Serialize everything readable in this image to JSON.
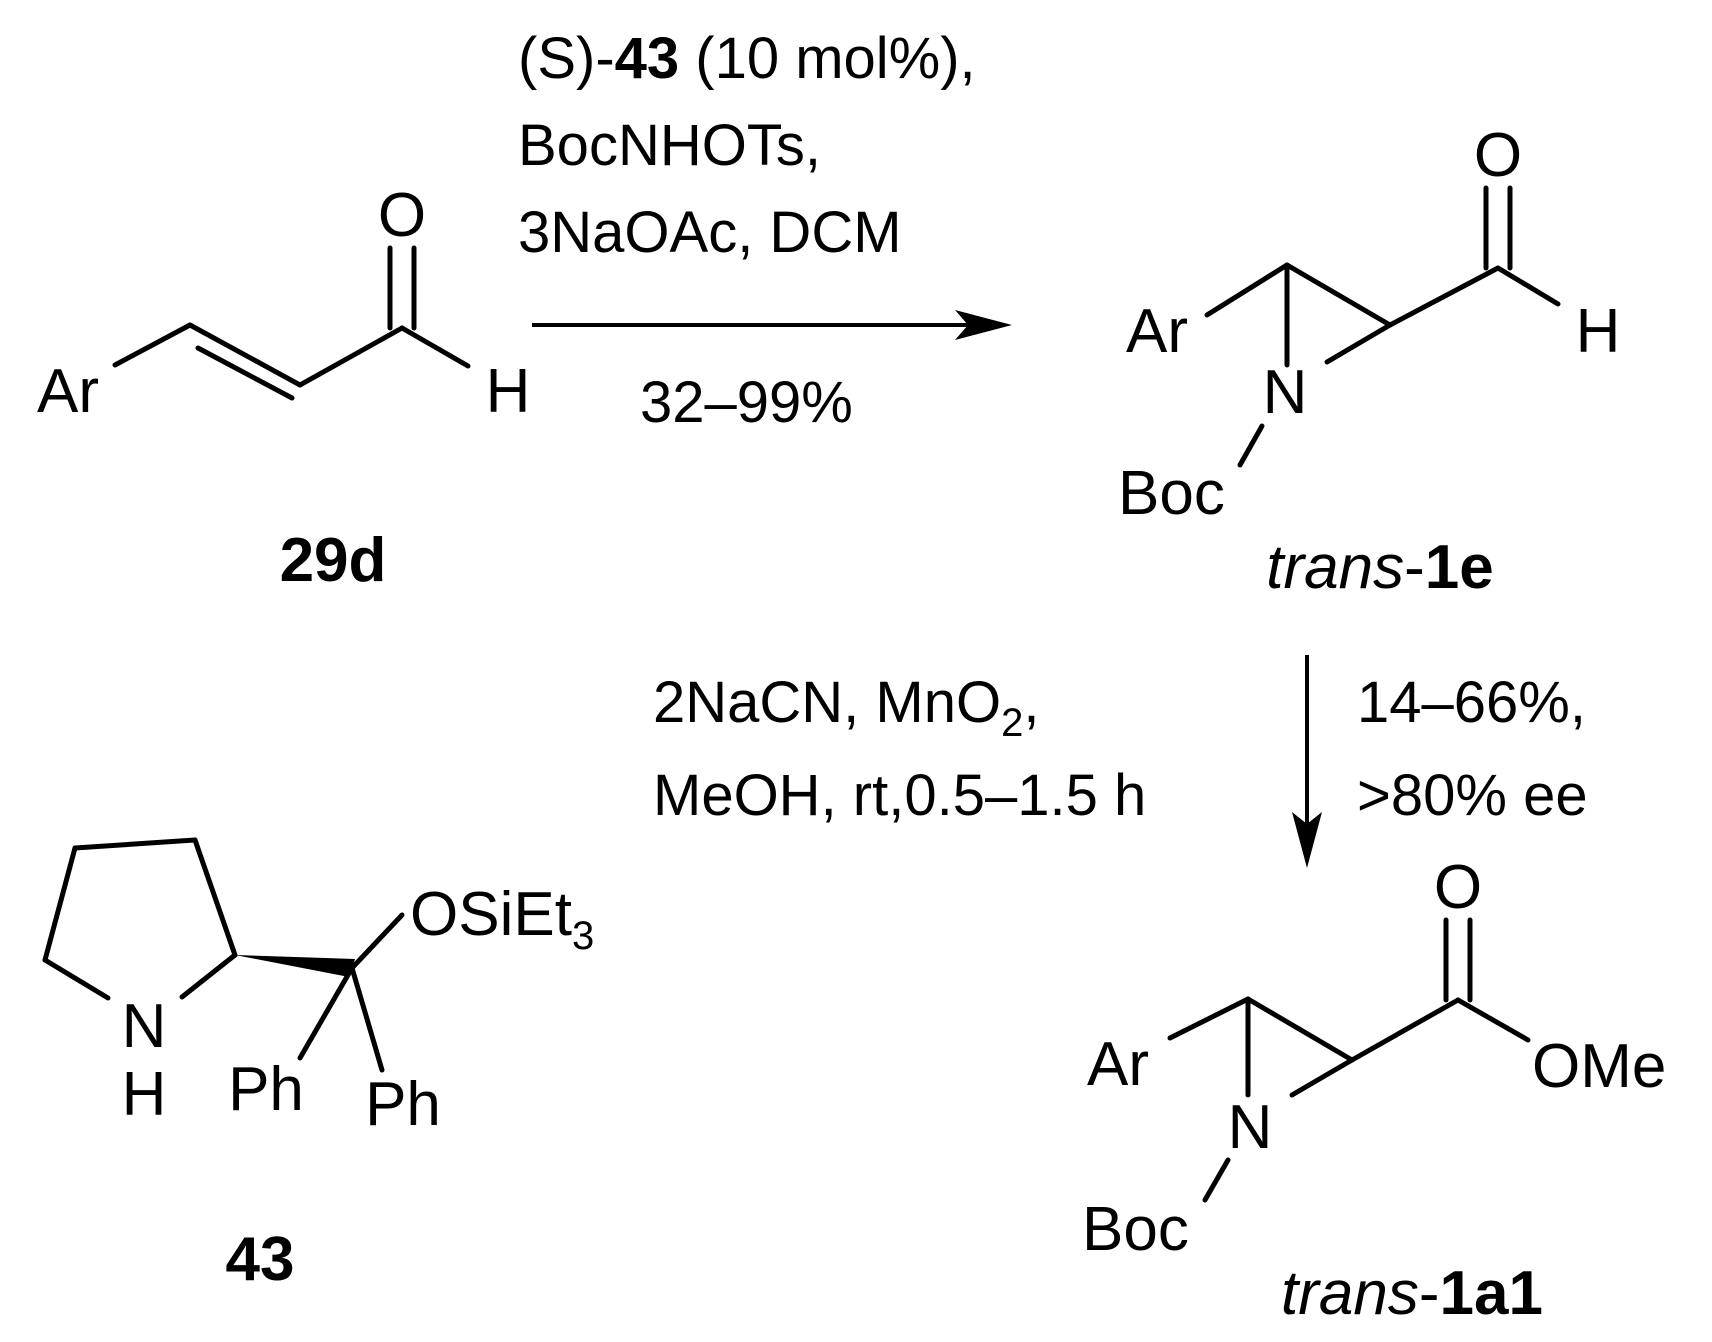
{
  "reaction1": {
    "conditions": {
      "line1_prefix": "(S)-",
      "line1_bold": "43",
      "line1_suffix": " (10 mol%),",
      "line2": "BocNHOTs,",
      "line3": "3NaOAc, DCM"
    },
    "yield": "32–99%"
  },
  "reaction2": {
    "conditions": {
      "line1_main": "2NaCN, MnO",
      "line1_sub": "2",
      "line1_end": ",",
      "line2": "MeOH, rt,0.5–1.5 h"
    },
    "results": {
      "line1": "14–66%,",
      "line2": ">80% ee"
    }
  },
  "compound_29d": {
    "label": "29d",
    "atoms": {
      "oxygen": "O",
      "hydrogen": "H",
      "aryl": "Ar"
    }
  },
  "compound_1e": {
    "label_prefix": "trans",
    "label_dash": "-",
    "label_bold": "1e",
    "atoms": {
      "oxygen": "O",
      "hydrogen": "H",
      "aryl": "Ar",
      "nitrogen": "N",
      "protecting_group": "Boc"
    }
  },
  "compound_1a1": {
    "label_prefix": "trans",
    "label_dash": "-",
    "label_bold": "1a1",
    "atoms": {
      "oxygen": "O",
      "ester": "OMe",
      "aryl": "Ar",
      "nitrogen": "N",
      "protecting_group": "Boc"
    }
  },
  "compound_43": {
    "label": "43",
    "atoms": {
      "nitrogen": "N",
      "nh_hydrogen": "H",
      "silyl_main": "OSiEt",
      "silyl_sub": "3",
      "phenyl_1": "Ph",
      "phenyl_2": "Ph"
    }
  }
}
